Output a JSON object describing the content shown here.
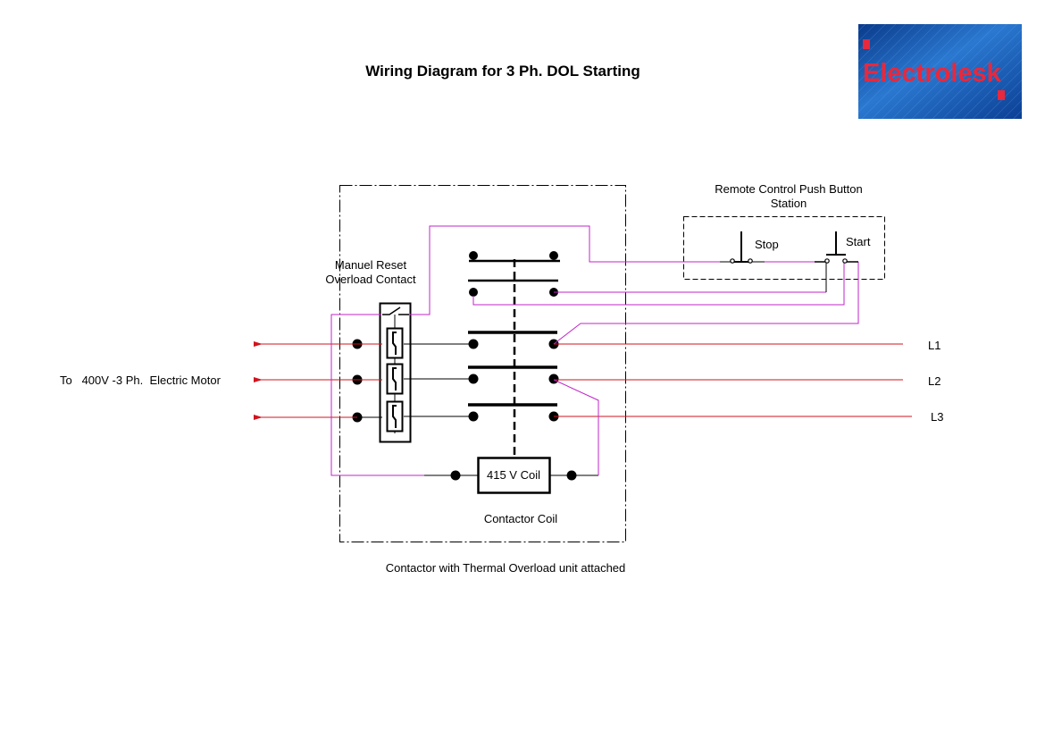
{
  "title": "Wiring Diagram for 3 Ph. DOL Starting",
  "logo": {
    "text": "Electrolesk",
    "text_color": "#e8283c",
    "background_color": "#1f5fb0"
  },
  "labels": {
    "motor": "To   400V -3 Ph.  Electric Motor",
    "overload_line1": "Manuel Reset",
    "overload_line2": "Overload Contact",
    "remote_line1": "Remote Control Push Button",
    "remote_line2": "Station",
    "stop": "Stop",
    "start": "Start",
    "coil": "415 V Coil",
    "contactor_coil": "Contactor Coil",
    "caption": "Contactor with Thermal Overload unit attached"
  },
  "phases": [
    "L1",
    "L2",
    "L3"
  ],
  "colors": {
    "supply_line": "#d0141e",
    "control_wire": "#c026c8",
    "conductor": "#000000"
  }
}
